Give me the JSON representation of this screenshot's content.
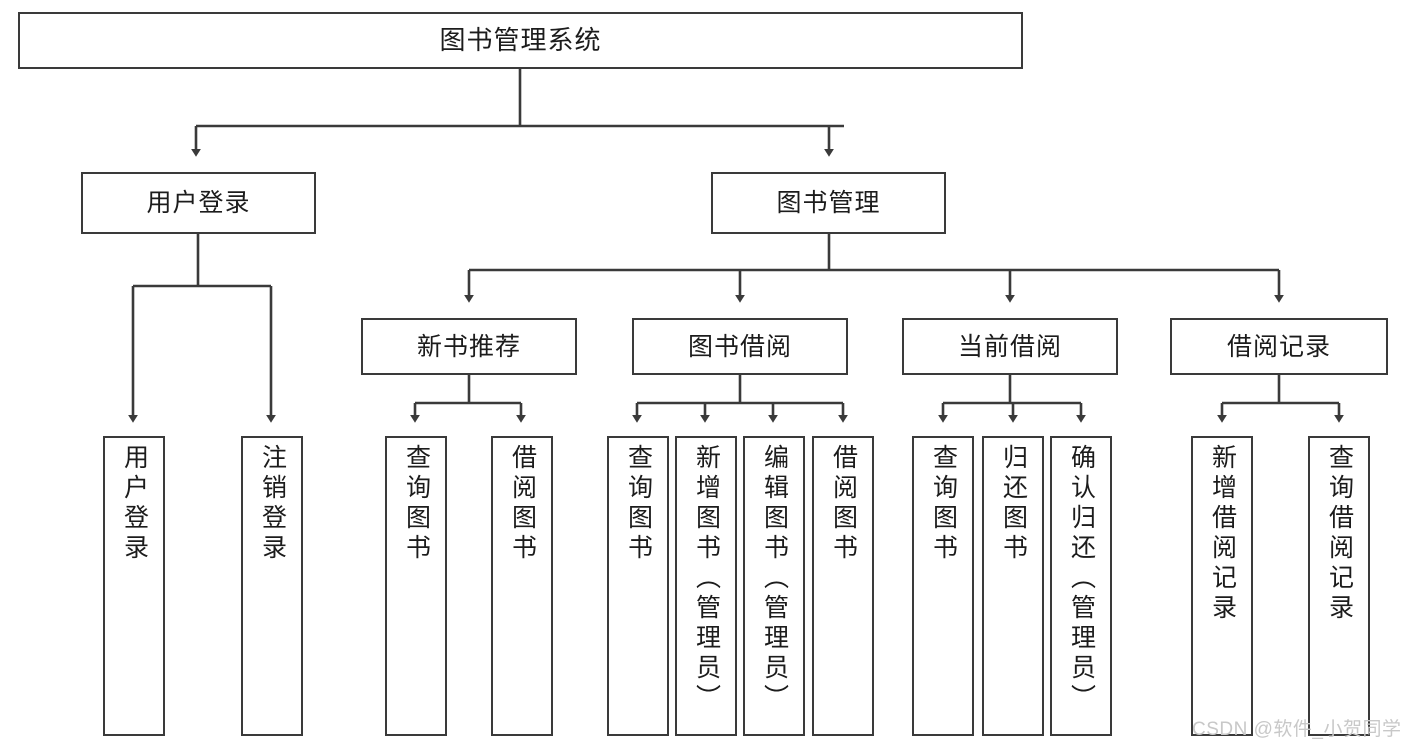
{
  "diagram": {
    "title": "图书管理系统",
    "type": "hierarchy-tree",
    "watermark": "CSDN @软件_小贺同学",
    "colors": {
      "box_border": "#3a3a3a",
      "box_fill": "#ffffff",
      "connector": "#3a3a3a",
      "text": "#1c1c1c",
      "watermark": "#c8c8c8",
      "background": "#ffffff"
    },
    "levels": {
      "level1": "系统",
      "level2": "模块",
      "level3": "子模块",
      "level4": "功能"
    },
    "nodes": {
      "root": {
        "label": "图书管理系统"
      },
      "level2": [
        {
          "id": "user-login",
          "label": "用户登录"
        },
        {
          "id": "book-manage",
          "label": "图书管理"
        }
      ],
      "level3": [
        {
          "id": "new-book-recommend",
          "label": "新书推荐",
          "parent": "book-manage"
        },
        {
          "id": "book-borrow",
          "label": "图书借阅",
          "parent": "book-manage"
        },
        {
          "id": "current-borrow",
          "label": "当前借阅",
          "parent": "book-manage"
        },
        {
          "id": "borrow-record",
          "label": "借阅记录",
          "parent": "book-manage"
        }
      ],
      "leaves": {
        "user-login": [
          {
            "id": "leaf-user-login",
            "label": "用户登录"
          },
          {
            "id": "leaf-user-logout",
            "label": "注销登录"
          }
        ],
        "new-book-recommend": [
          {
            "id": "leaf-query-book-1",
            "label": "查询图书"
          },
          {
            "id": "leaf-borrow-book-1",
            "label": "借阅图书"
          }
        ],
        "book-borrow": [
          {
            "id": "leaf-query-book-2",
            "label": "查询图书"
          },
          {
            "id": "leaf-add-book",
            "label": "新增图书（管理员）"
          },
          {
            "id": "leaf-edit-book",
            "label": "编辑图书（管理员）"
          },
          {
            "id": "leaf-borrow-book-2",
            "label": "借阅图书"
          }
        ],
        "current-borrow": [
          {
            "id": "leaf-query-book-3",
            "label": "查询图书"
          },
          {
            "id": "leaf-return-book",
            "label": "归还图书"
          },
          {
            "id": "leaf-confirm-return",
            "label": "确认归还（管理员）"
          }
        ],
        "borrow-record": [
          {
            "id": "leaf-add-record",
            "label": "新增借阅记录"
          },
          {
            "id": "leaf-query-record",
            "label": "查询借阅记录"
          }
        ]
      }
    }
  }
}
